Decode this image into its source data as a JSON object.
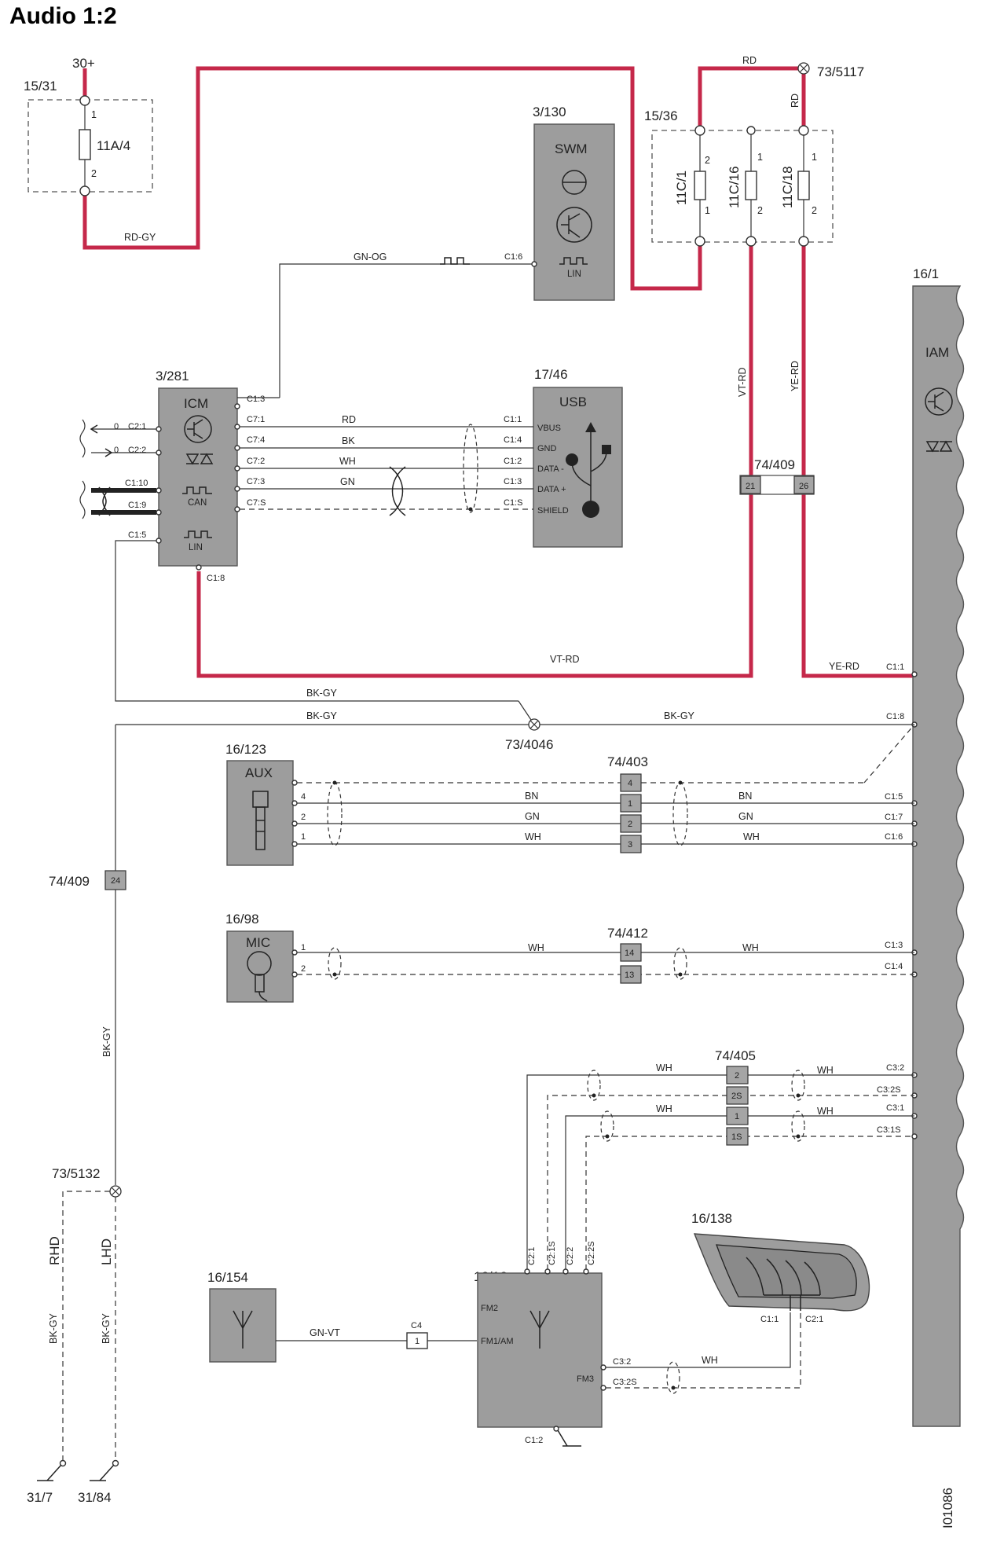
{
  "title": "Audio 1:2",
  "image_code": "I01086",
  "colors": {
    "power_wire": "#c5284a",
    "component_fill": "#9d9d9d",
    "wire": "#333333"
  },
  "supply": {
    "voltage": "30+",
    "fuse_box": "15/31",
    "fuse": "11A/4",
    "pin1": "1",
    "pin2": "2",
    "wire": "RD-GY"
  },
  "fuse_box2": {
    "ref": "15/36",
    "splice": "73/5117",
    "wire_top": "RD",
    "wire_vert": "RD",
    "fuses": [
      {
        "label": "11C/1",
        "top_pin": "2",
        "bottom_pin": "1"
      },
      {
        "label": "11C/16",
        "top_pin": "1",
        "bottom_pin": "2"
      },
      {
        "label": "11C/18",
        "top_pin": "1",
        "bottom_pin": "2"
      }
    ],
    "wire_left": "VT-RD",
    "wire_right": "YE-RD"
  },
  "swm": {
    "ref": "3/130",
    "name": "SWM",
    "pin": "C1:6",
    "lin": "LIN",
    "wire": "GN-OG"
  },
  "icm": {
    "ref": "3/281",
    "name": "ICM",
    "can": "CAN",
    "lin": "LIN",
    "pins_left": [
      "C2:1",
      "C2:2",
      "C1:10",
      "C1:9",
      "C1:5"
    ],
    "pin_zero": "0",
    "pins_right": [
      "C1:3",
      "C7:1",
      "C7:4",
      "C7:2",
      "C7:3",
      "C7:S"
    ],
    "pin_bottom": "C1:8"
  },
  "usb": {
    "ref": "17/46",
    "name": "USB",
    "pins": [
      "C1:1",
      "C1:4",
      "C1:2",
      "C1:3",
      "C1:S"
    ],
    "signals": [
      "VBUS",
      "GND",
      "DATA -",
      "DATA +",
      "SHIELD"
    ],
    "wires": [
      "RD",
      "BK",
      "WH",
      "GN"
    ]
  },
  "iam": {
    "ref": "16/1",
    "name": "IAM",
    "pins": [
      "C1:1",
      "C1:8",
      "C1:5",
      "C1:7",
      "C1:6",
      "C1:3",
      "C1:4",
      "C3:2",
      "C3:2S",
      "C3:1",
      "C3:1S"
    ]
  },
  "conn_74_409": {
    "ref": "74/409",
    "pins": [
      "21",
      "26"
    ],
    "pin_left": "24"
  },
  "vt_rd_bottom": "VT-RD",
  "ye_rd_bottom": "YE-RD",
  "bk_gy": {
    "upper": "BK-GY",
    "lower": "BK-GY",
    "right": "BK-GY",
    "vertical": "BK-GY"
  },
  "splice_4046": "73/4046",
  "aux": {
    "ref": "16/123",
    "name": "AUX",
    "pins": [
      "4",
      "2",
      "1"
    ],
    "wires": [
      "BN",
      "GN",
      "WH"
    ],
    "conn": "74/403",
    "conn_pins": [
      "4",
      "1",
      "2",
      "3"
    ]
  },
  "mic": {
    "ref": "16/98",
    "name": "MIC",
    "pins": [
      "1",
      "2"
    ],
    "wire": "WH",
    "conn": "74/412",
    "conn_pins": [
      "14",
      "13"
    ]
  },
  "conn_74_405": {
    "ref": "74/405",
    "pins": [
      "2",
      "2S",
      "1",
      "1S"
    ],
    "wires": [
      "WH",
      "WH"
    ]
  },
  "splice_5132": "73/5132",
  "rhd": "RHD",
  "lhd": "LHD",
  "grounds": [
    "31/7",
    "31/84"
  ],
  "antenna": {
    "ref": "16/154",
    "wire": "GN-VT",
    "conn": "C4",
    "conn_pin": "1"
  },
  "fm": {
    "ref": "16/16",
    "pins_top": [
      "C2:1",
      "C2:1S",
      "C2:2",
      "C2:2S"
    ],
    "labels": [
      "FM2",
      "FM1/AM",
      "FM3"
    ],
    "pins_right": [
      "C3:2",
      "C3:2S"
    ],
    "pin_bottom": "C1:2",
    "wire": "WH"
  },
  "window_antenna": {
    "ref": "16/138",
    "pins": [
      "C1:1",
      "C2:1"
    ]
  }
}
